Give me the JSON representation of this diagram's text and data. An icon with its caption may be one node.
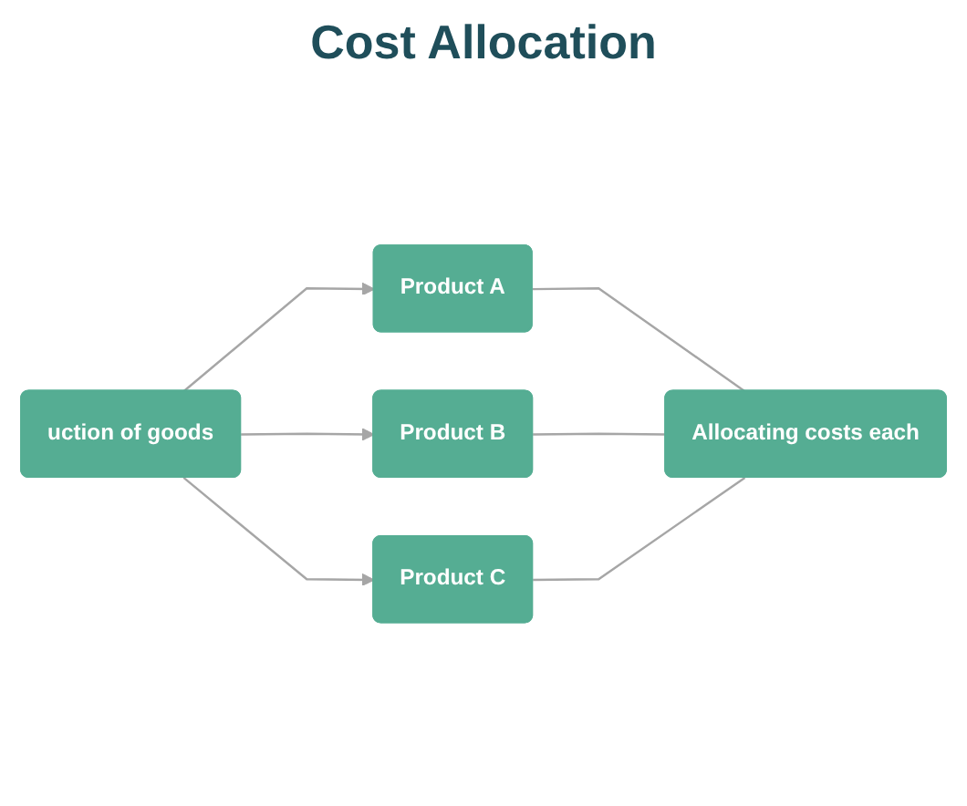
{
  "diagram": {
    "title": "Cost Allocation",
    "nodes": [
      {
        "text": [
          "uction of goods"
        ]
      },
      {
        "text": [
          "Product A"
        ]
      },
      {
        "text": [
          "Product B"
        ]
      },
      {
        "text": [
          "Product C"
        ]
      },
      {
        "text": [
          "Allocating costs each"
        ]
      }
    ],
    "edges": [
      {
        "from": 0,
        "to": 1,
        "arrow": "to"
      },
      {
        "from": 0,
        "to": 2,
        "arrow": "to"
      },
      {
        "from": 0,
        "to": 3,
        "arrow": "to"
      },
      {
        "from": 1,
        "to": 4,
        "arrow": "none"
      },
      {
        "from": 2,
        "to": 4,
        "arrow": "none"
      },
      {
        "from": 3,
        "to": 4,
        "arrow": "none"
      }
    ]
  }
}
